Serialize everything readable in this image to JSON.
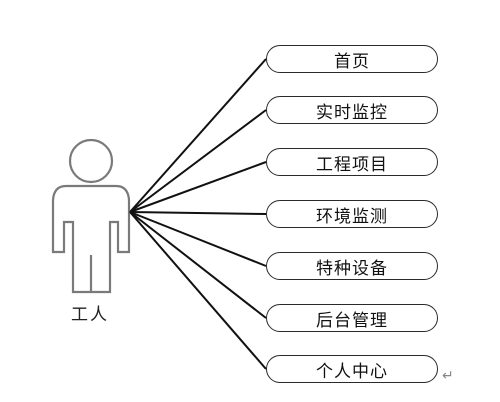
{
  "actor": {
    "label": "工人"
  },
  "use_cases": [
    {
      "label": "首页"
    },
    {
      "label": "实时监控"
    },
    {
      "label": "工程项目"
    },
    {
      "label": "环境监测"
    },
    {
      "label": "特种设备"
    },
    {
      "label": "后台管理"
    },
    {
      "label": "个人中心"
    }
  ],
  "icons": {
    "actor": "person-icon",
    "return_mark": "paragraph-return-icon"
  },
  "colors": {
    "line": "#111111",
    "actor_outline": "#7a7a7a",
    "ellipse_border": "#2a2a2a"
  }
}
